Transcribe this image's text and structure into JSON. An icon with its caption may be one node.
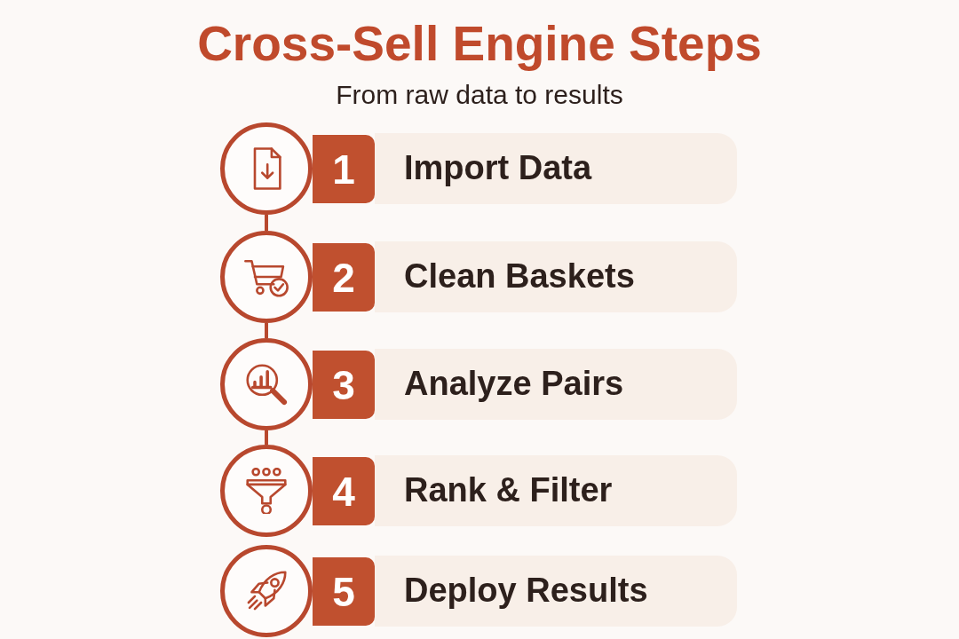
{
  "diagram": {
    "title": "Cross-Sell Engine Steps",
    "nodes": [
      {
        "text": [],
        "shape": "circle"
      },
      {
        "text": [
          "1"
        ]
      },
      {
        "text": [
          "Import Data"
        ]
      },
      {
        "text": [],
        "shape": "circle"
      },
      {
        "text": [
          "2"
        ]
      },
      {
        "text": [
          "Clean Baskets"
        ]
      },
      {
        "text": [],
        "shape": "circle"
      },
      {
        "text": [
          "3"
        ]
      },
      {
        "text": [
          "Analyze Pairs"
        ]
      },
      {
        "text": [],
        "shape": "circle"
      },
      {
        "text": [
          "4"
        ]
      },
      {
        "text": [
          "Rank & Filter"
        ]
      },
      {
        "text": [],
        "shape": "circle"
      },
      {
        "text": [
          "5"
        ]
      },
      {
        "text": [
          "Deploy Results"
        ]
      }
    ],
    "edges": [
      {
        "from": 0,
        "to": 3,
        "arrow": "none"
      },
      {
        "from": 3,
        "to": 6,
        "arrow": "none"
      },
      {
        "from": 6,
        "to": 9,
        "arrow": "none"
      }
    ],
    "labels": [
      "From raw data to results"
    ]
  }
}
